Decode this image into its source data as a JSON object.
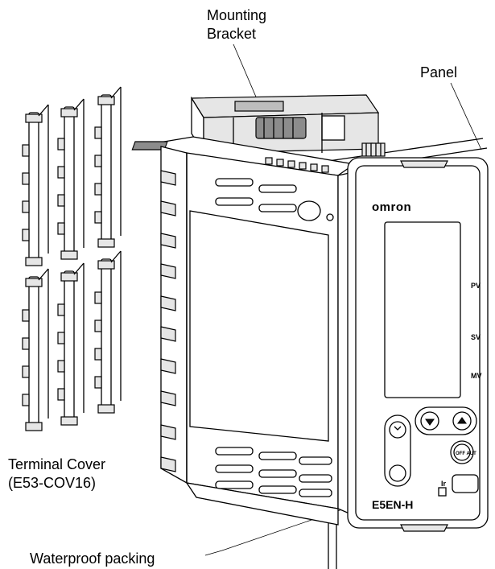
{
  "labels": {
    "mounting_bracket_line1": "Mounting",
    "mounting_bracket_line2": "Bracket",
    "panel": "Panel",
    "terminal_cover_line1": "Terminal Cover",
    "terminal_cover_line2": "(E53-COV16)",
    "waterproof_packing": "Waterproof packing"
  },
  "device": {
    "brand": "omron",
    "indicator_pv": "PV",
    "indicator_sv": "SV",
    "indicator_mv": "MV",
    "model": "E5EN-H",
    "ir_label": "Ir",
    "off_aut": "OFF AUT"
  }
}
